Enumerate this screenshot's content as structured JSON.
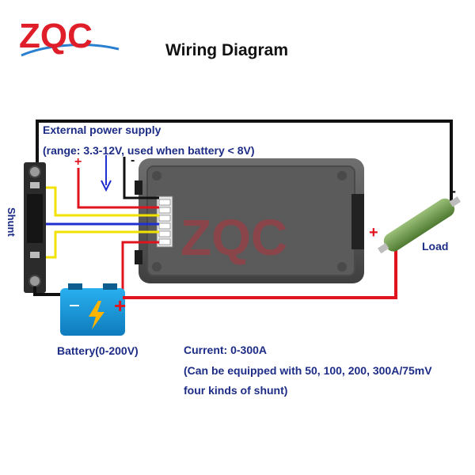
{
  "brand": {
    "logo_text": "ZQC"
  },
  "title": "Wiring Diagram",
  "external_power": {
    "line1": "External power supply",
    "line2": "(range: 3.3-12V, used when battery < 8V)"
  },
  "shunt_label": "Shunt",
  "load_label": "Load",
  "battery_label": "Battery(0-200V)",
  "current": {
    "line1": "Current: 0-300A",
    "line2": "(Can be equipped with 50, 100, 200, 300A/75mV",
    "line3": "four kinds of shunt)"
  },
  "polarity": {
    "plus": "+",
    "minus": "-"
  },
  "icons": [
    "battery-bolt-icon",
    "resistor-load-icon",
    "shunt-icon",
    "meter-device-icon",
    "down-arrow-icon"
  ],
  "colors": {
    "wire_red": "#e0141e",
    "wire_black": "#111111",
    "wire_blue": "#1f2fd0",
    "wire_yellow": "#f2e200",
    "label_navy": "#1d2c86",
    "battery_blue": "#1596d8",
    "load_green": "#6e9a4a",
    "logo_red": "#e01e2a",
    "logo_blue": "#2a7fd0"
  }
}
